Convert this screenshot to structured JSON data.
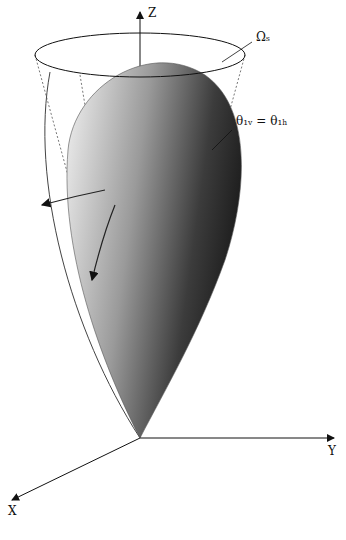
{
  "diagram": {
    "labels": [
      "Z",
      "Ωₛ",
      "θ₁ᵥ = θ₁ₕ",
      "X",
      "Y"
    ]
  }
}
